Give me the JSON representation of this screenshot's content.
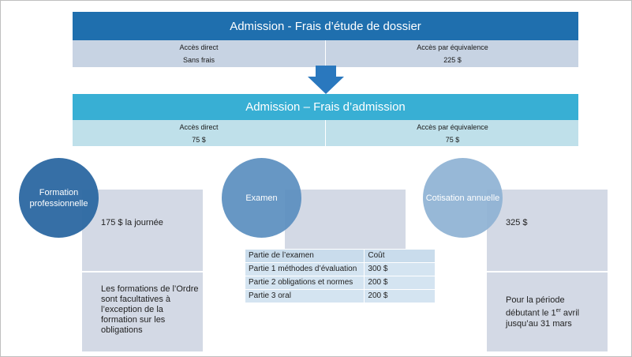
{
  "admission_etude": {
    "title": "Admission - Frais d’étude de dossier",
    "direct_label": "Accès direct",
    "direct_value": "Sans frais",
    "equiv_label": "Accès par équivalence",
    "equiv_value": "225 $"
  },
  "admission_frais": {
    "title": "Admission – Frais d’admission",
    "direct_label": "Accès direct",
    "direct_value": "75 $",
    "equiv_label": "Accès par équivalence",
    "equiv_value": "75 $"
  },
  "formation": {
    "circle_label": "Formation professionnelle",
    "price": "175 $ la journée",
    "note": "Les formations de l’Ordre sont facultatives à l’exception de la formation sur les obligations"
  },
  "examen": {
    "circle_label": "Examen",
    "table_headers": [
      "Partie de l’examen",
      "Coût"
    ],
    "table_rows": [
      [
        "Partie 1 méthodes d’évaluation",
        "300 $"
      ],
      [
        "Partie 2 obligations et normes",
        "200 $"
      ],
      [
        "Partie 3 oral",
        "200 $"
      ]
    ]
  },
  "cotisation": {
    "circle_label": "Cotisation annuelle",
    "price": "325 $",
    "note_pre": "Pour la période débutant le 1",
    "note_sup": "er",
    "note_post": " avril jusqu’au 31 mars"
  },
  "colors": {
    "header_dark": "#1f6fae",
    "header_light": "#38afd4",
    "circle_formation": "#2e6aa3",
    "circle_examen": "#5b8fc0",
    "circle_cotisation": "#8fb3d4"
  }
}
